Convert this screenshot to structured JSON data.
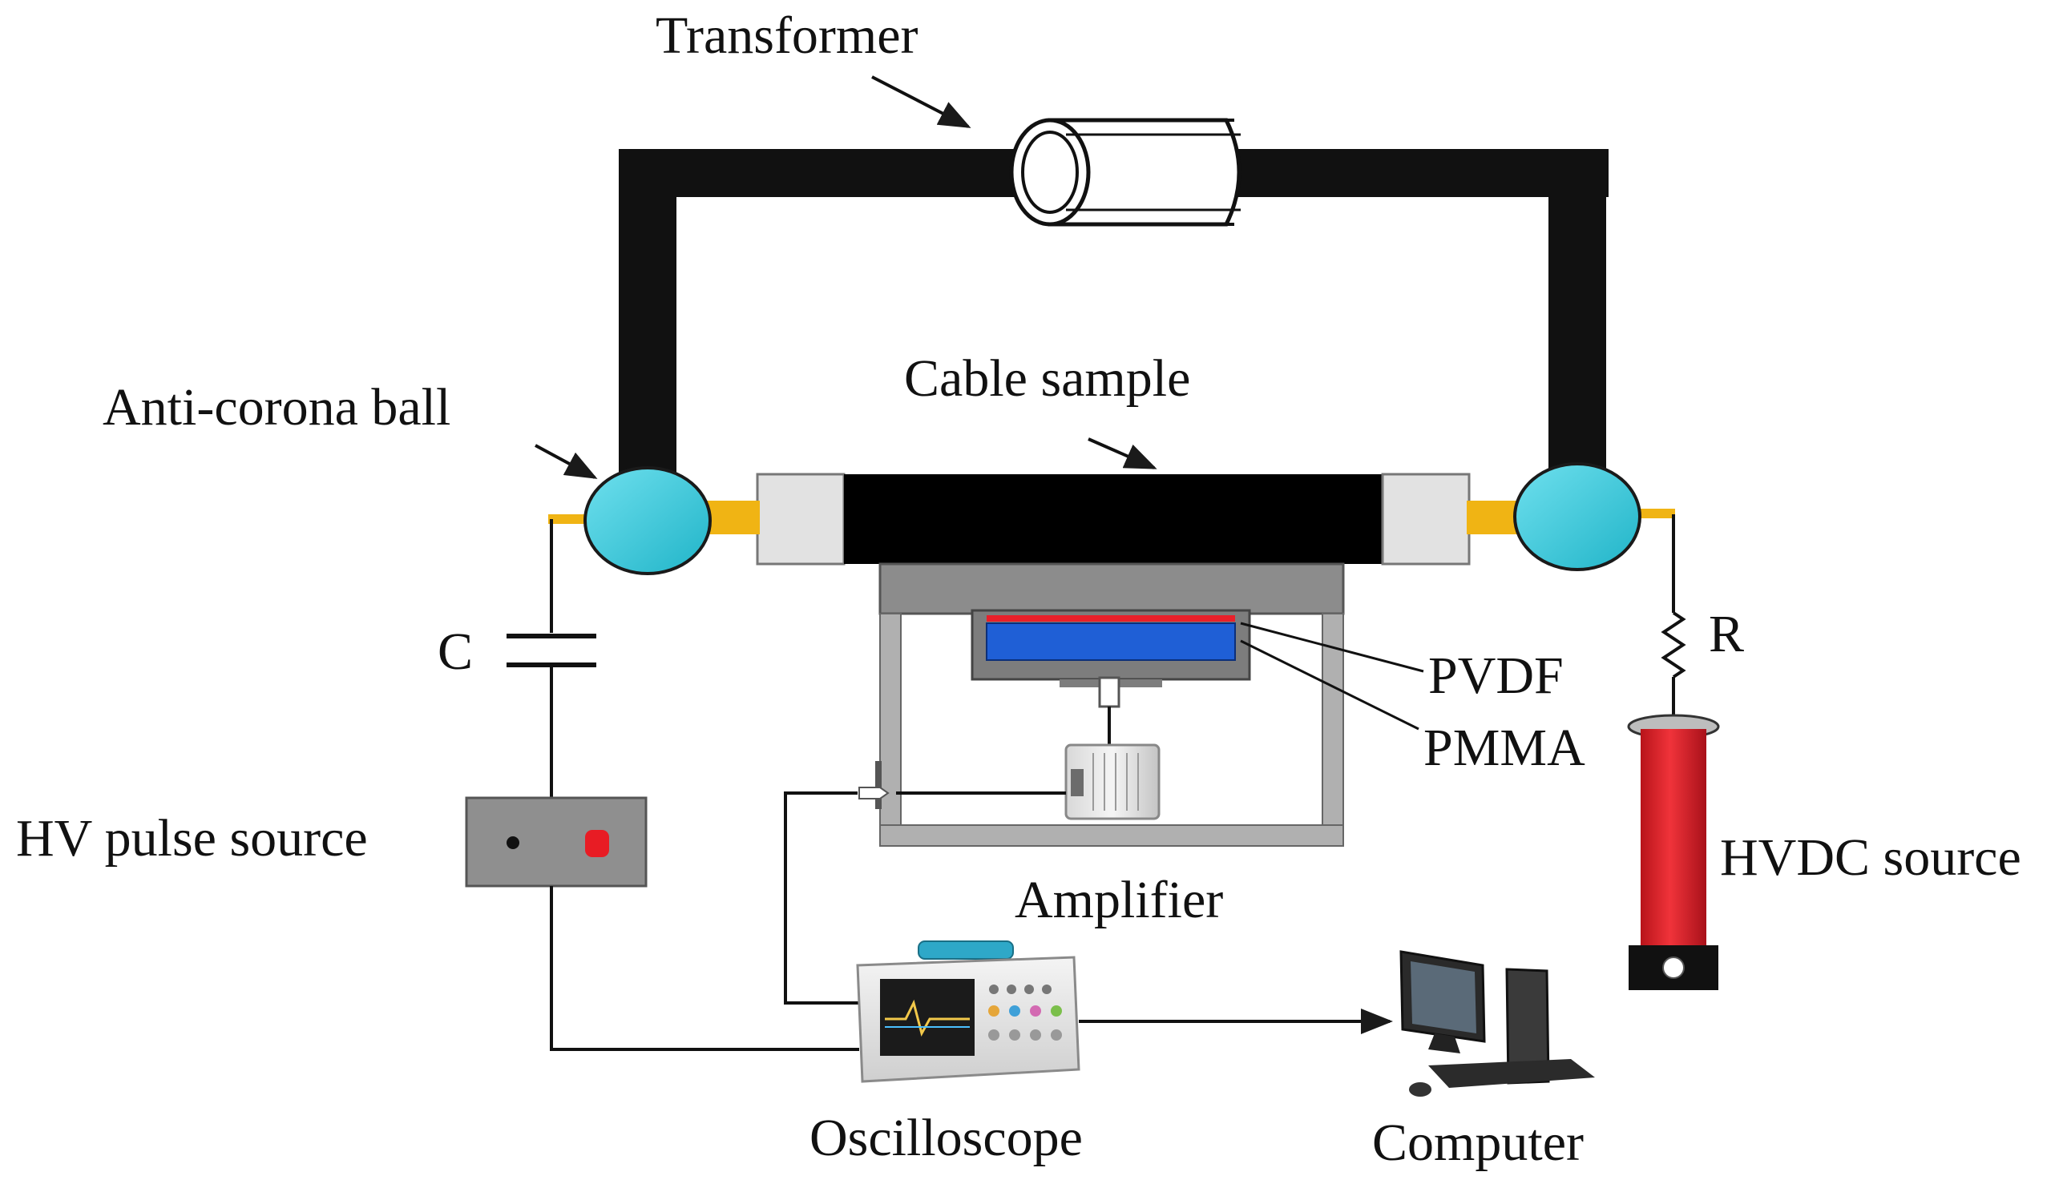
{
  "labels": {
    "transformer": "Transformer",
    "cable_sample": "Cable sample",
    "anti_corona_ball": "Anti-corona ball",
    "capacitor": "C",
    "resistor": "R",
    "pvdf": "PVDF",
    "pmma": "PMMA",
    "hv_pulse_source": "HV pulse source",
    "hvdc_source": "HVDC source",
    "amplifier": "Amplifier",
    "oscilloscope": "Oscilloscope",
    "computer": "Computer"
  },
  "colors": {
    "cable": "#000000",
    "corona_ball": "#2ec4d8",
    "terminal": "#f0b414",
    "termination": "#e0e0e0",
    "pvdf_layer": "#e8202a",
    "pmma_layer": "#1f5fd6",
    "frame": "#a6a6a6",
    "hvdc_column": "#e8232a",
    "pulse_led": "#e81c24",
    "wire": "#1a1a1a"
  }
}
